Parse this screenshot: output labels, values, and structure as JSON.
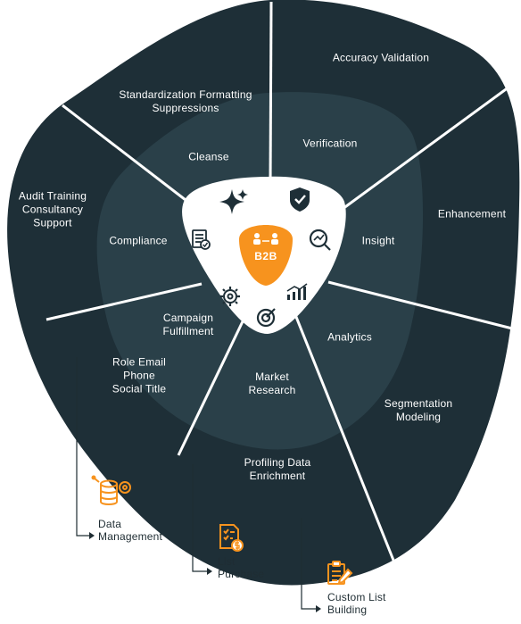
{
  "center": {
    "label": "B2B"
  },
  "outer_segments": [
    {
      "id": "standardization",
      "label": "Standardization Formatting\nSuppressions"
    },
    {
      "id": "accuracy",
      "label": "Accuracy Validation"
    },
    {
      "id": "enhancement",
      "label": "Enhancement"
    },
    {
      "id": "segmentation",
      "label": "Segmentation\nModeling"
    },
    {
      "id": "profiling",
      "label": "Profiling Data\nEnrichment"
    },
    {
      "id": "role",
      "label": "Role Email\nPhone\nSocial Title"
    },
    {
      "id": "audit",
      "label": "Audit Training\nConsultancy\nSupport"
    }
  ],
  "inner_segments": [
    {
      "id": "cleanse",
      "label": "Cleanse"
    },
    {
      "id": "verification",
      "label": "Verification"
    },
    {
      "id": "insight",
      "label": "Insight"
    },
    {
      "id": "analytics",
      "label": "Analytics"
    },
    {
      "id": "market",
      "label": "Market\nResearch"
    },
    {
      "id": "campaign",
      "label": "Campaign\nFulfillment"
    },
    {
      "id": "compliance",
      "label": "Compliance"
    }
  ],
  "core_icons": [
    "sparkle-icon",
    "shield-check-icon",
    "magnifier-chart-icon",
    "bar-chart-icon",
    "target-icon",
    "gear-network-icon",
    "document-check-icon"
  ],
  "external_items": [
    {
      "id": "data-management",
      "label": "Data\nManagement",
      "icon": "database-gear-icon"
    },
    {
      "id": "list-purchase",
      "label": "List\nPurchase",
      "icon": "list-dollar-icon"
    },
    {
      "id": "custom-list",
      "label": "Custom List\nBuilding",
      "icon": "clipboard-pencil-icon"
    }
  ],
  "colors": {
    "outer": "#1e2f37",
    "inner": "#2a4049",
    "core": "#ffffff",
    "accent": "#f7931e",
    "dividers": "#ffffff",
    "text_light": "#ffffff",
    "text_dark": "#1f2d33"
  }
}
